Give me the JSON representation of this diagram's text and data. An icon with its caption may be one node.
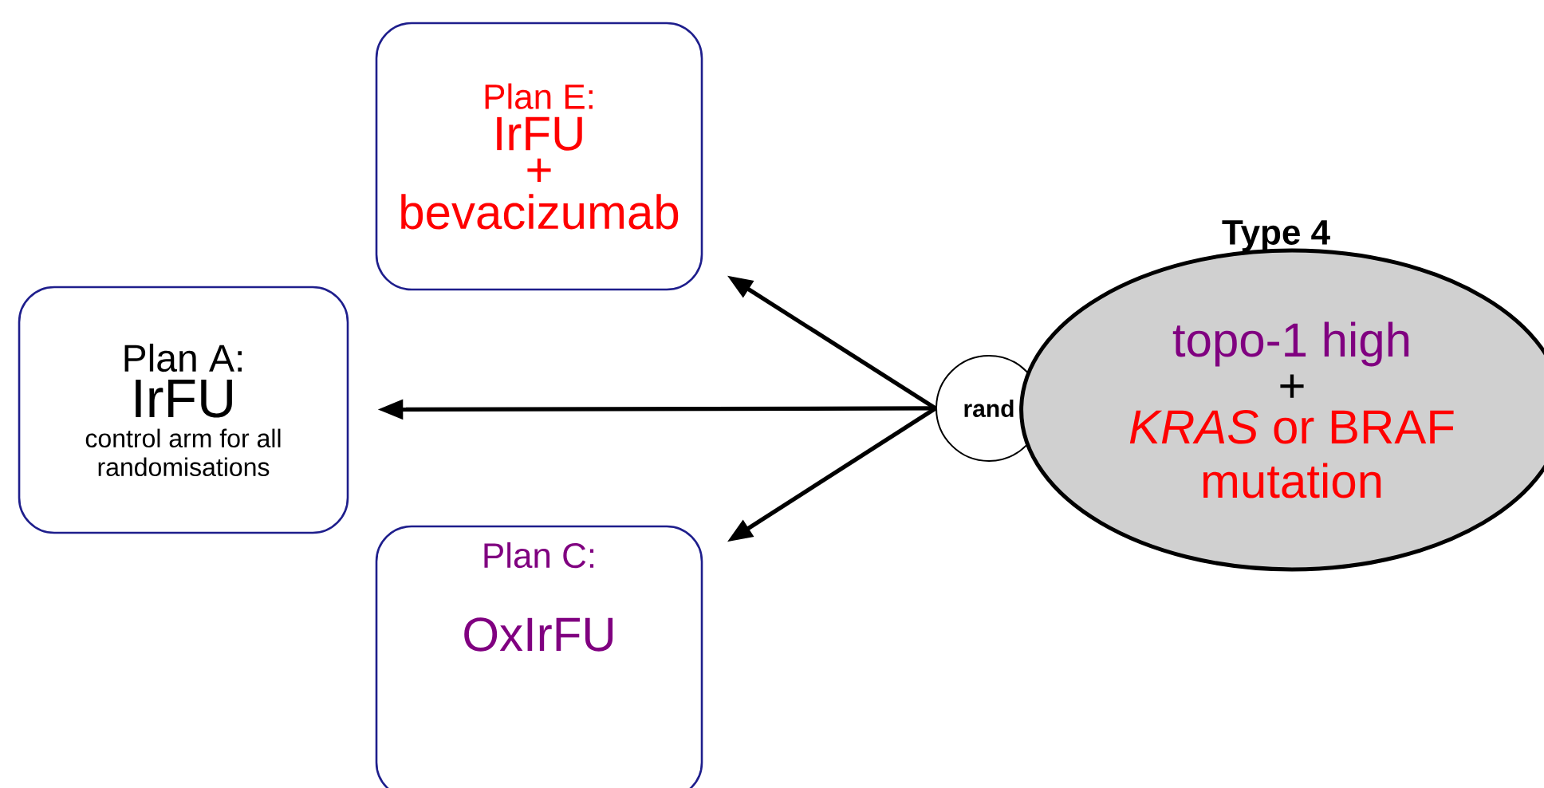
{
  "diagram": {
    "nodes": [
      {
        "text": [
          "Plan E:",
          "IrFU",
          "+",
          "bevacizumab"
        ]
      },
      {
        "text": [
          "Plan A:",
          "IrFU",
          "control arm for all randomisations"
        ]
      },
      {
        "text": [
          "Plan C:",
          "OxIrFU"
        ]
      },
      {
        "text": [
          "rand"
        ]
      },
      {
        "text": [
          "Type 4",
          "topo-1 high",
          "+",
          "*KRAS* or BRAF mutation"
        ]
      }
    ],
    "edges": [
      {
        "from": 3,
        "to": 0,
        "arrow": "to"
      },
      {
        "from": 3,
        "to": 1,
        "arrow": "to"
      },
      {
        "from": 3,
        "to": 2,
        "arrow": "to"
      }
    ]
  }
}
